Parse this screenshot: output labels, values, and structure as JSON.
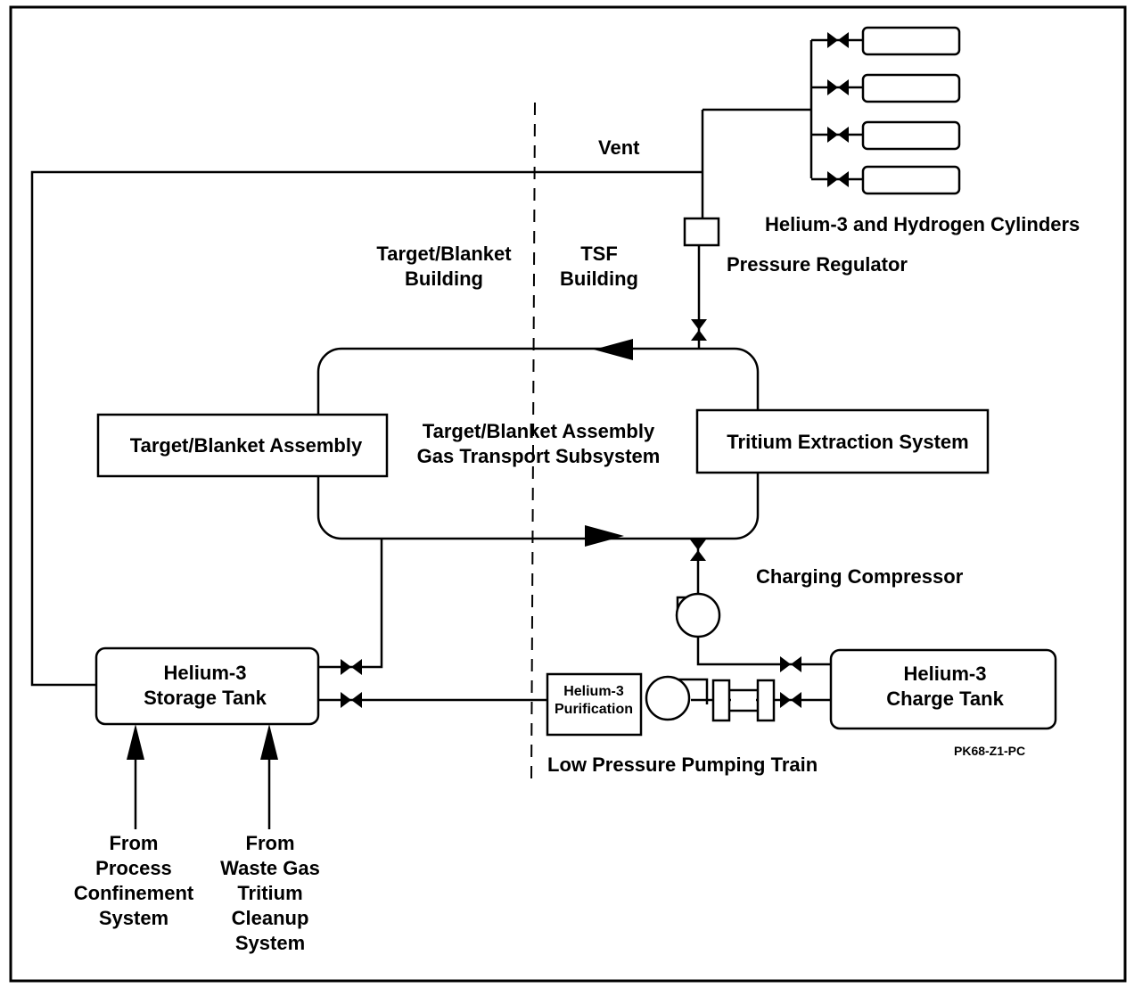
{
  "labels": {
    "vent": "Vent",
    "cylinders": "Helium-3 and Hydrogen Cylinders",
    "pressure_regulator": "Pressure Regulator",
    "target_blanket_building": "Target/Blanket\nBuilding",
    "tsf_building": "TSF\nBuilding",
    "target_blanket_assembly": "Target/Blanket Assembly",
    "gas_transport_subsystem": "Target/Blanket Assembly\nGas Transport Subsystem",
    "tritium_extraction_system": "Tritium Extraction System",
    "charging_compressor": "Charging Compressor",
    "storage_tank": "Helium-3\nStorage Tank",
    "purification": "Helium-3\nPurification",
    "charge_tank": "Helium-3\nCharge Tank",
    "pumping_train": "Low Pressure Pumping Train",
    "drawing_id": "PK68-Z1-PC",
    "from_process_confinement": "From\nProcess\nConfinement\nSystem",
    "from_waste_gas": "From\nWaste Gas\nTritium\nCleanup\nSystem"
  }
}
